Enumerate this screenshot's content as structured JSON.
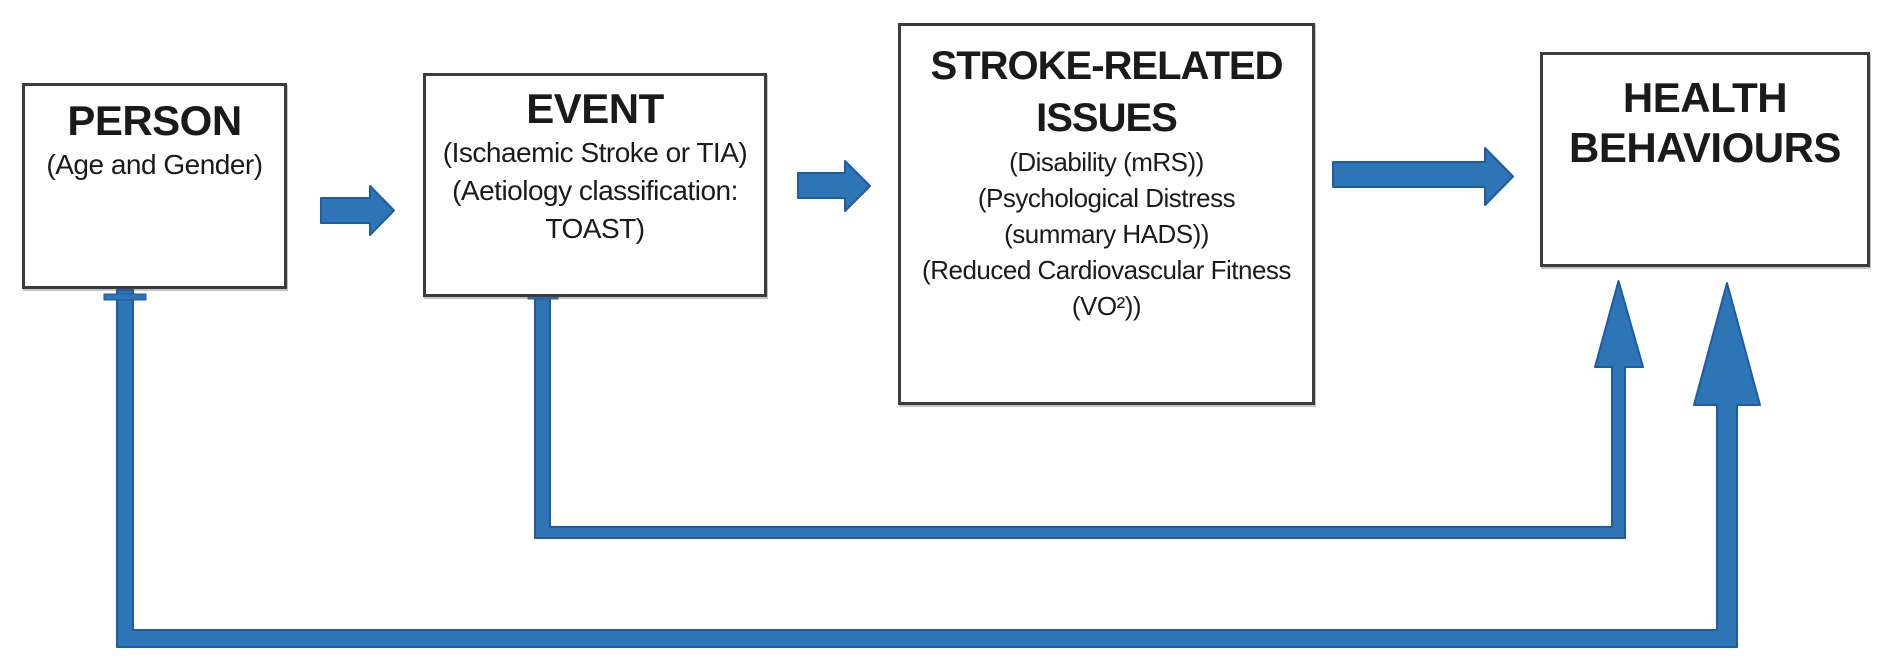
{
  "diagram": {
    "boxes": {
      "person": {
        "title": "PERSON",
        "subtitle": "(Age and Gender)"
      },
      "event": {
        "title": "EVENT",
        "line1": "(Ischaemic Stroke or TIA)",
        "line2": "(Aetiology classification:",
        "line3": "TOAST)"
      },
      "stroke_related_issues": {
        "title_line1": "STROKE-RELATED",
        "title_line2": "ISSUES",
        "line1": "(Disability (mRS))",
        "line2": "(Psychological Distress",
        "line3": "(summary HADS))",
        "line4": "(Reduced Cardiovascular Fitness",
        "line5": "(VO²))"
      },
      "health_behaviours": {
        "title_line1": "HEALTH",
        "title_line2": "BEHAVIOURS"
      }
    },
    "icons": {
      "flow_arrows": "block-right-arrow",
      "feedback_arrows": "elbow-up-arrow"
    },
    "colors": {
      "arrow_fill": "#2E75B6",
      "arrow_outline": "#1E5AA8",
      "box_border": "#3C3C3C",
      "text": "#1A1A1A",
      "background": "#FFFFFF"
    }
  }
}
